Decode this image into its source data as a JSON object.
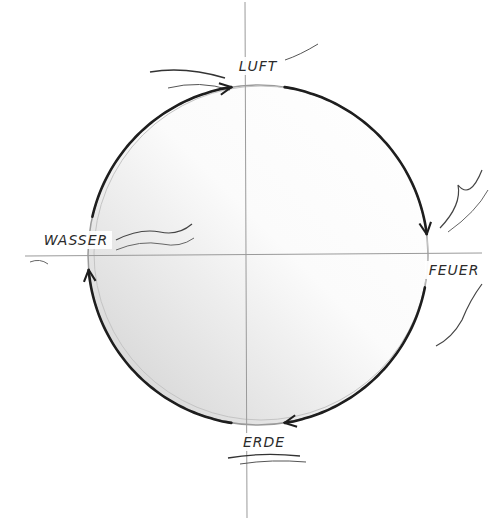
{
  "diagram": {
    "nodes": [
      {
        "text": [
          "LUFT"
        ]
      },
      {
        "text": [
          "FEUER"
        ]
      },
      {
        "text": [
          "ERDE"
        ]
      },
      {
        "text": [
          "WASSER"
        ]
      }
    ],
    "edges": [
      {
        "from": 0,
        "to": 1,
        "arrow": "to"
      },
      {
        "from": 1,
        "to": 2,
        "arrow": "to"
      },
      {
        "from": 2,
        "to": 3,
        "arrow": "to"
      },
      {
        "from": 3,
        "to": 0,
        "arrow": "to"
      }
    ]
  }
}
